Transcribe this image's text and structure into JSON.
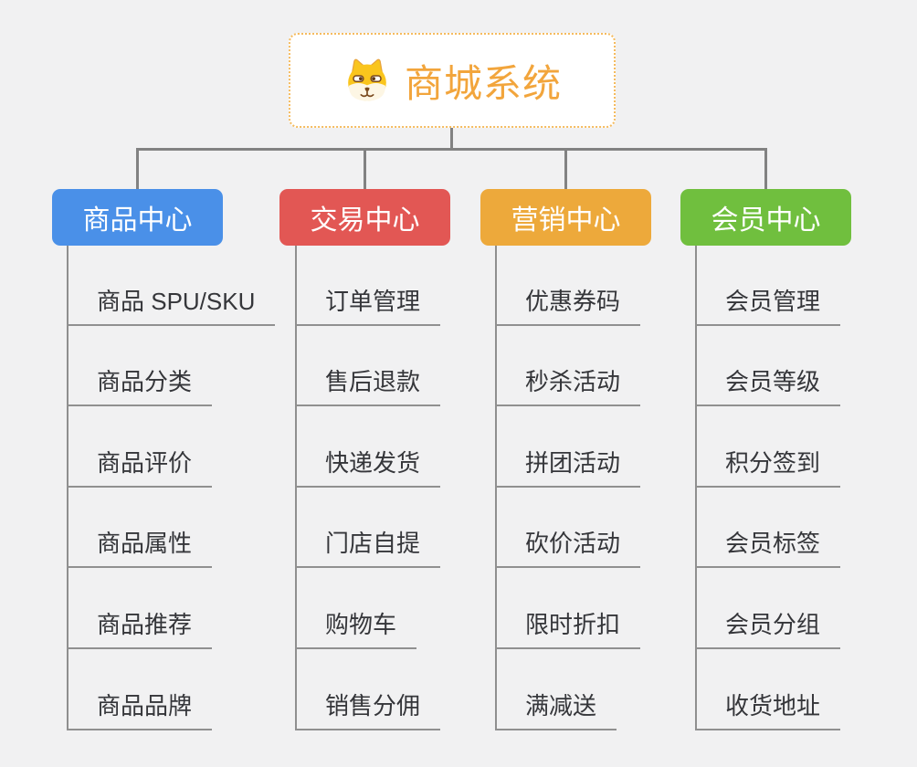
{
  "root": {
    "label": "商城系统",
    "icon": "dog-icon",
    "accent_color": "#f2a53c",
    "border_color": "#f5bb5e",
    "background": "#ffffff"
  },
  "canvas": {
    "background": "#f1f1f2",
    "connector_color": "#828282",
    "item_line_color": "#909090",
    "item_text_color": "#35363a"
  },
  "branches": [
    {
      "label": "商品中心",
      "color": "#4a90e8",
      "items": [
        "商品 SPU/SKU",
        "商品分类",
        "商品评价",
        "商品属性",
        "商品推荐",
        "商品品牌"
      ]
    },
    {
      "label": "交易中心",
      "color": "#e25754",
      "items": [
        "订单管理",
        "售后退款",
        "快递发货",
        "门店自提",
        "购物车",
        "销售分佣"
      ]
    },
    {
      "label": "营销中心",
      "color": "#eda93b",
      "items": [
        "优惠券码",
        "秒杀活动",
        "拼团活动",
        "砍价活动",
        "限时折扣",
        "满减送"
      ]
    },
    {
      "label": "会员中心",
      "color": "#70bf3e",
      "items": [
        "会员管理",
        "会员等级",
        "积分签到",
        "会员标签",
        "会员分组",
        "收货地址"
      ]
    }
  ]
}
